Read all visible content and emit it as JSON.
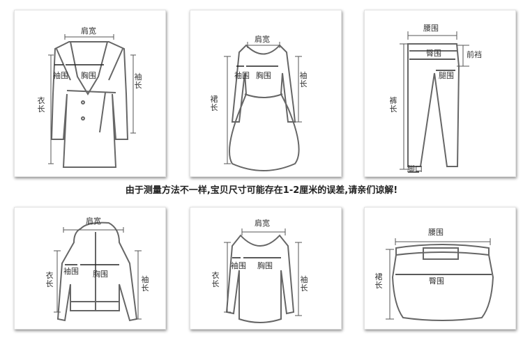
{
  "note": "由于测量方法不一样,宝贝尺寸可能存在1-2厘米的误差,请亲们谅解!",
  "panels": {
    "coat": {
      "shoulder": "肩宽",
      "sleeve_width": "袖围",
      "chest": "胸围",
      "length": "衣长",
      "sleeve_length": "袖长"
    },
    "dress": {
      "shoulder": "肩宽",
      "sleeve_width": "袖围",
      "chest": "胸围",
      "length": "裙长",
      "sleeve_length": "袖长"
    },
    "pants": {
      "waist": "腰围",
      "hip": "臀围",
      "rise": "前裆",
      "thigh": "腿围",
      "length": "裤长",
      "hem": "脚口"
    },
    "hoodie": {
      "shoulder": "肩宽",
      "sleeve_width": "袖围",
      "chest": "胸围",
      "length": "衣长",
      "sleeve_length": "袖长"
    },
    "sweater": {
      "shoulder": "肩宽",
      "sleeve_width": "袖围",
      "chest": "胸围",
      "length": "衣长",
      "sleeve_length": "袖长"
    },
    "skirt": {
      "waist": "腰围",
      "hip": "臀围",
      "length": "裙长"
    }
  }
}
